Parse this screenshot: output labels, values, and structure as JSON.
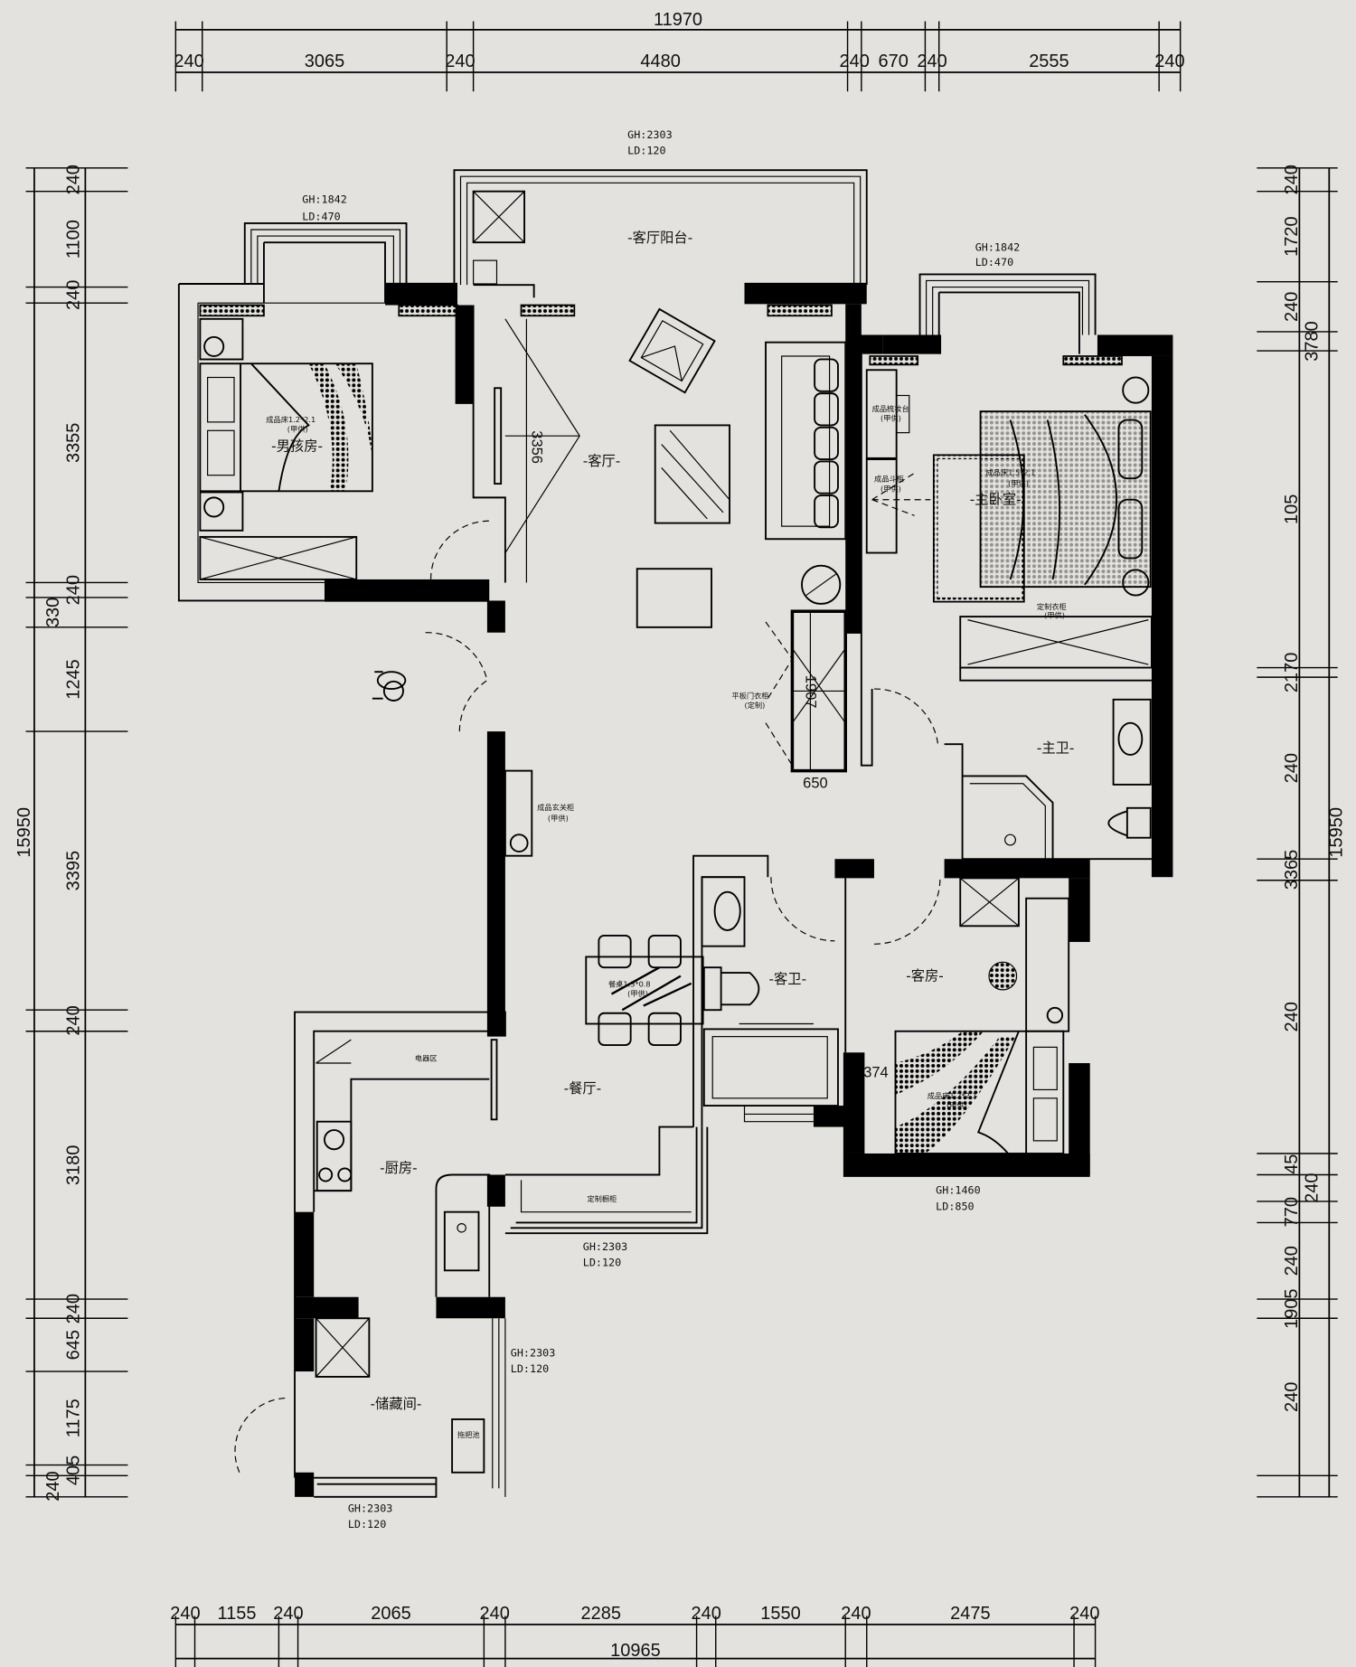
{
  "dimensions": {
    "top_total": "11970",
    "top_segments": [
      "240",
      "3065",
      "240",
      "4480",
      "240",
      "670",
      "240",
      "2555",
      "240"
    ],
    "bottom_total": "10965",
    "bottom_segments": [
      "240",
      "1155",
      "240",
      "2065",
      "240",
      "2285",
      "240",
      "1550",
      "240",
      "2475",
      "240"
    ],
    "left_total": "15950",
    "left_segments": [
      "240",
      "1100",
      "240",
      "3355",
      "240",
      "330",
      "1245",
      "3395",
      "240",
      "3180",
      "240",
      "645",
      "1175",
      "405",
      "240"
    ],
    "right_total": "15950",
    "right_segments": [
      "240",
      "1720",
      "240",
      "3780",
      "105",
      "2170",
      "240",
      "3365",
      "240",
      "45",
      "240",
      "770",
      "240",
      "1905",
      "240"
    ],
    "inner": {
      "living_depth": "3356",
      "wardrobe_length": "1907",
      "wardrobe_depth": "650",
      "guest_gap": "374"
    }
  },
  "rooms": {
    "living_balcony": "-客厅阳台-",
    "living": "-客厅-",
    "boy_room": "-男孩房-",
    "master_bedroom": "-主卧室-",
    "master_bath": "-主卫-",
    "guest_bath": "-客卫-",
    "guest_room": "-客房-",
    "dining": "-餐厅-",
    "kitchen": "-厨房-",
    "storage": "-储藏间-"
  },
  "windows": {
    "living_balcony": {
      "gh": "GH:2303",
      "ld": "LD:120"
    },
    "boy_room": {
      "gh": "GH:1842",
      "ld": "LD:470"
    },
    "master_bedroom": {
      "gh": "GH:1842",
      "ld": "LD:470"
    },
    "guest_room": {
      "gh": "GH:1460",
      "ld": "LD:850"
    },
    "dining_balcony": {
      "gh": "GH:2303",
      "ld": "LD:120"
    },
    "kitchen_side": {
      "gh": "GH:2303",
      "ld": "LD:120"
    },
    "storage": {
      "gh": "GH:2303",
      "ld": "LD:120"
    }
  },
  "furniture_notes": {
    "boy_bed": "成品床1.2*2.1",
    "boy_bed_sub": "(甲供)",
    "vanity": "成品梳妆台",
    "vanity_sub": "(甲供)",
    "chest": "成品斗柜",
    "chest_sub": "(甲供)",
    "master_bed": "成品床1.5*2.1",
    "master_bed_sub": "(甲供)",
    "master_wardrobe": "定制衣柜",
    "master_wardrobe_sub": "(甲供)",
    "flat_wardrobe": "平板门衣柜",
    "flat_wardrobe_sub": "(定制)",
    "entry_cabinet": "成品玄关柜",
    "entry_cabinet_sub": "(甲供)",
    "dining_table": "餐桌1.3*0.8",
    "dining_table_sub": "(甲供)",
    "guest_bed": "成品床1.2*2.1",
    "guest_bed_sub": "(甲供)",
    "appliance_zone": "电器区",
    "custom_cabinet": "定制橱柜",
    "mop_sink": "拖把池"
  }
}
